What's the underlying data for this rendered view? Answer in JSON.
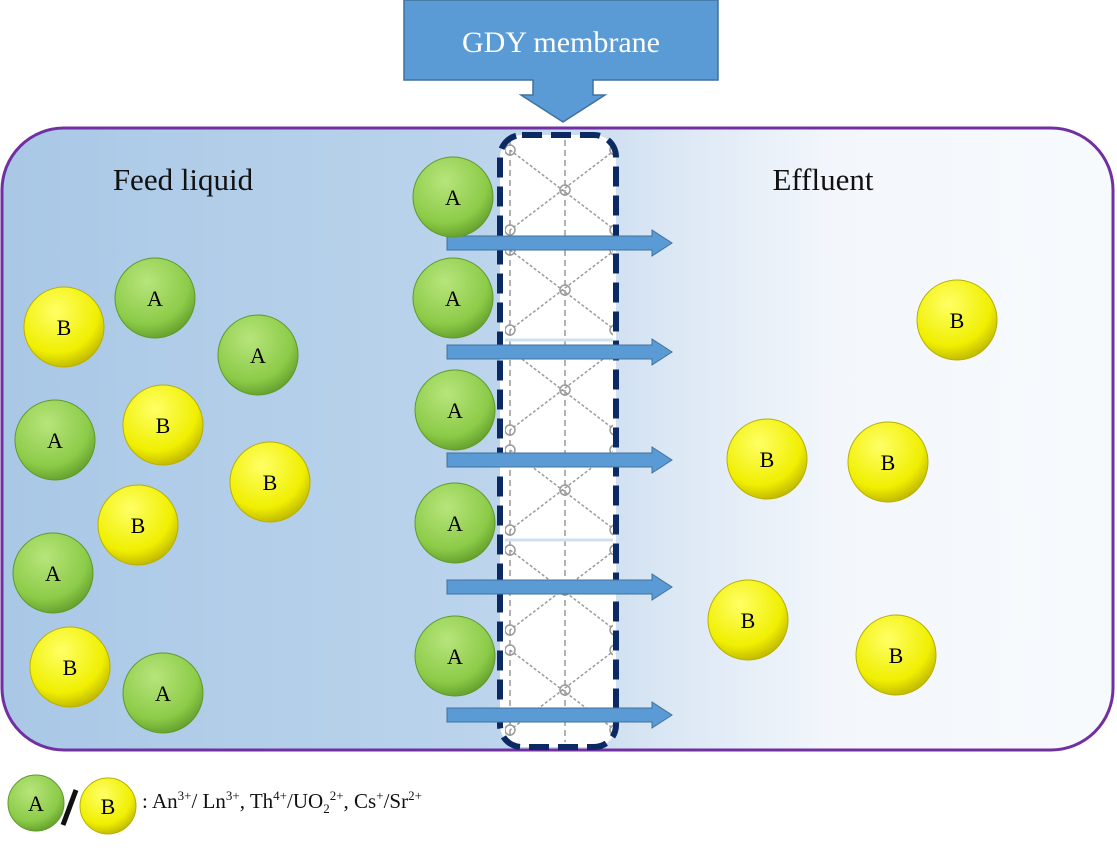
{
  "callout": {
    "label": "GDY membrane",
    "color": "#5b9bd5"
  },
  "regions": {
    "feed": "Feed liquid",
    "effluent": "Effluent"
  },
  "particles": {
    "a_label": "A",
    "b_label": "B",
    "a_color": "#8fcf4a",
    "b_color": "#f2f200"
  },
  "legend": {
    "a": "A",
    "b": "B",
    "sep": ":",
    "pairs": [
      {
        "x": "An",
        "xc": "3+",
        "y": "Ln",
        "yc": "3+"
      },
      {
        "x": "Th",
        "xc": "4+",
        "y": "UO",
        "ysub": "2",
        "yc": "2+"
      },
      {
        "x": "Cs",
        "xc": "+",
        "y": "Sr",
        "yc": "2+"
      }
    ]
  },
  "colors": {
    "border": "#7030a0",
    "membrane_outline": "#0b2a63",
    "arrow": "#5b9bd5"
  }
}
